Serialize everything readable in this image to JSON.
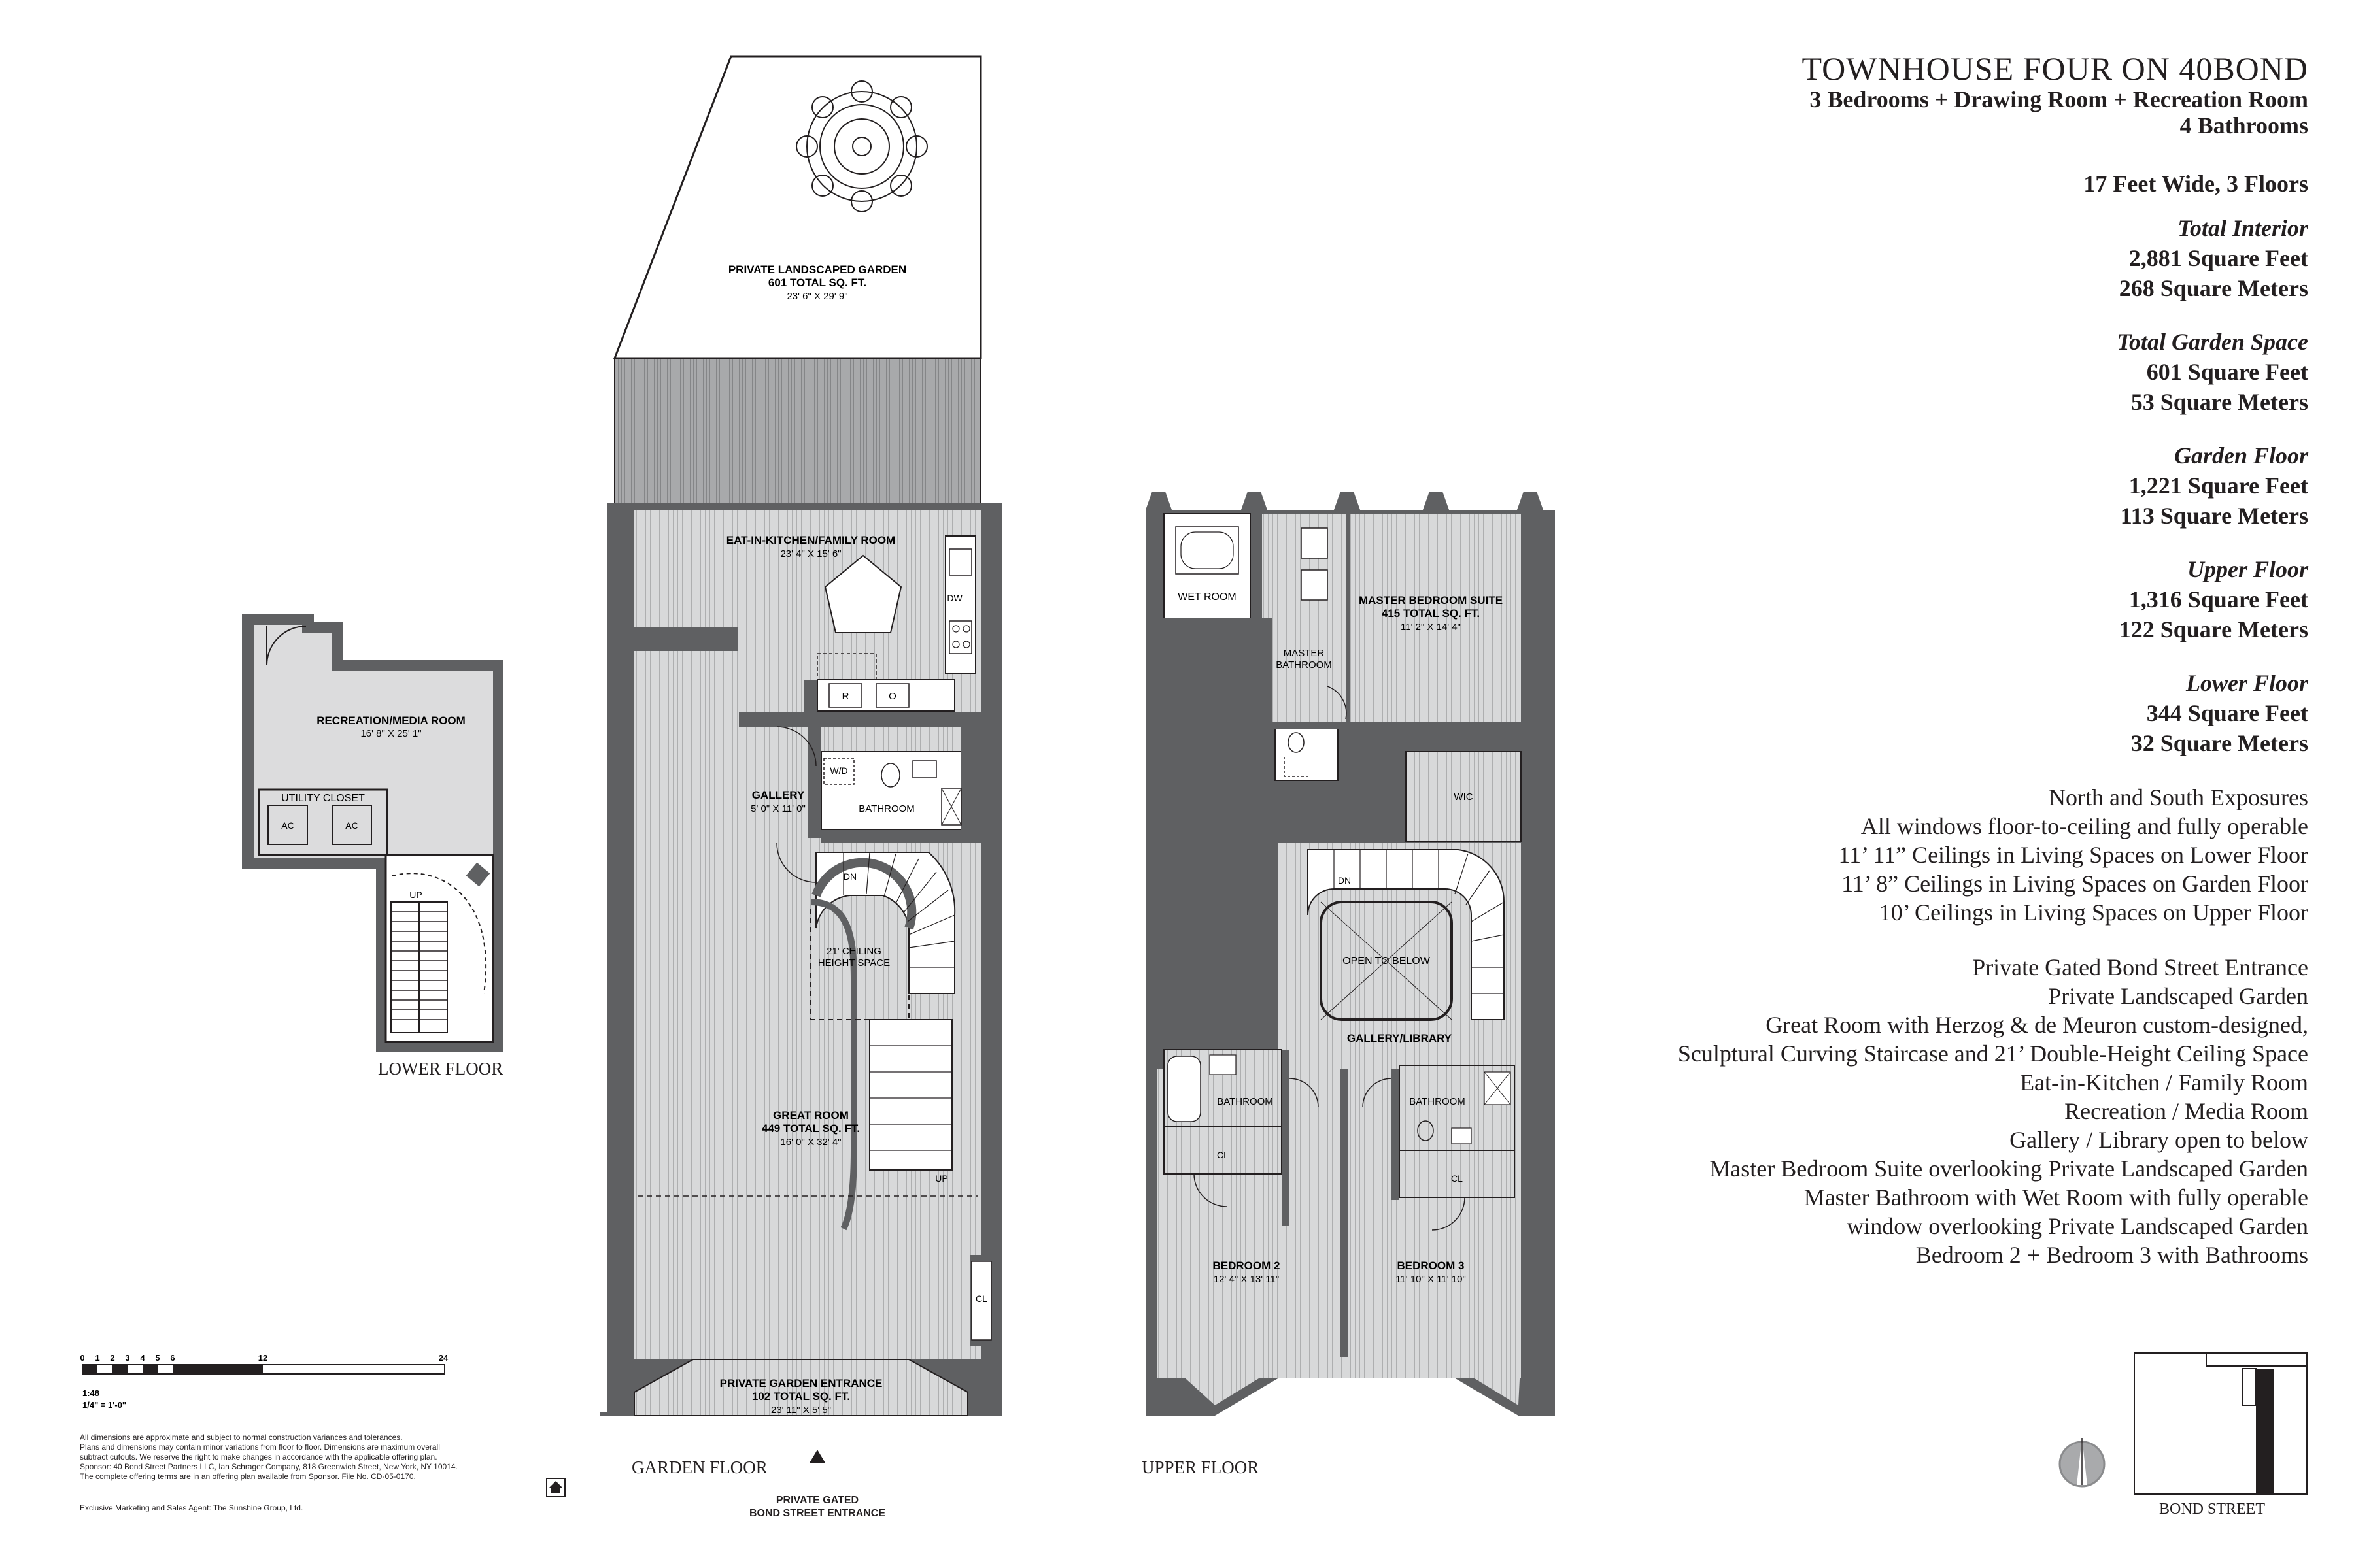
{
  "header": {
    "title": "TOWNHOUSE FOUR ON 40BOND",
    "sub1": "3 Bedrooms + Drawing Room + Recreation Room",
    "sub2": "4 Bathrooms",
    "width_floors": "17 Feet Wide, 3 Floors"
  },
  "areas": [
    {
      "label": "Total Interior",
      "sqft": "2,881 Square Feet",
      "sqm": "268 Square Meters"
    },
    {
      "label": "Total Garden Space",
      "sqft": "601 Square Feet",
      "sqm": "53 Square Meters"
    },
    {
      "label": "Garden Floor",
      "sqft": "1,221 Square Feet",
      "sqm": "113 Square Meters"
    },
    {
      "label": "Upper Floor",
      "sqft": "1,316 Square Feet",
      "sqm": "122 Square Meters"
    },
    {
      "label": "Lower Floor",
      "sqft": "344 Square Feet",
      "sqm": "32 Square Meters"
    }
  ],
  "features1": [
    "North and South Exposures",
    "All windows floor-to-ceiling and fully operable",
    "11’ 11” Ceilings in Living Spaces on Lower Floor",
    "11’ 8” Ceilings in Living Spaces on Garden Floor",
    "10’ Ceilings in Living Spaces on Upper Floor"
  ],
  "features2": [
    "Private Gated Bond Street Entrance",
    "Private Landscaped Garden",
    "Great Room with Herzog & de Meuron custom-designed,",
    "Sculptural Curving Staircase and 21’ Double-Height Ceiling Space",
    "Eat-in-Kitchen / Family Room",
    "Recreation / Media Room",
    "Gallery / Library open to below",
    "Master Bedroom Suite overlooking Private Landscaped Garden",
    "Master Bathroom with Wet Room with fully operable",
    "window overlooking Private Landscaped Garden",
    "Bedroom 2 + Bedroom 3 with Bathrooms"
  ],
  "floor_labels": {
    "lower": "LOWER FLOOR",
    "garden": "GARDEN FLOOR",
    "upper": "UPPER FLOOR",
    "bond": "BOND STREET",
    "entrance1": "PRIVATE GATED",
    "entrance2": "BOND STREET ENTRANCE"
  },
  "rooms": {
    "garden_name": "PRIVATE LANDSCAPED GARDEN",
    "garden_area": "601 TOTAL SQ. FT.",
    "garden_dim": "23' 6\" X 29' 9\"",
    "kitchen_name": "EAT-IN-KITCHEN/FAMILY ROOM",
    "kitchen_dim": "23' 4\" X 15' 6\"",
    "dw": "DW",
    "fridge": "R",
    "oven": "O",
    "wd": "W/D",
    "gallery_name": "GALLERY",
    "gallery_dim": "5' 0\" X 11' 0\"",
    "bathroom": "BATHROOM",
    "dn": "DN",
    "ceiling1": "21' CEILING",
    "ceiling2": "HEIGHT SPACE",
    "great_name": "GREAT ROOM",
    "great_area": "449 TOTAL SQ. FT.",
    "great_dim": "16' 0\" X 32' 4\"",
    "up": "UP",
    "cl": "CL",
    "entrance_name": "PRIVATE GARDEN ENTRANCE",
    "entrance_area": "102 TOTAL SQ. FT.",
    "entrance_dim": "23' 11\" X 5' 5\"",
    "rec_name": "RECREATION/MEDIA ROOM",
    "rec_dim": "16' 8\" X 25' 1\"",
    "utility": "UTILITY CLOSET",
    "ac": "AC",
    "wet": "WET ROOM",
    "master_bath1": "MASTER",
    "master_bath2": "BATHROOM",
    "master_name": "MASTER BEDROOM SUITE",
    "master_area": "415 TOTAL SQ. FT.",
    "master_dim": "11' 2\" X 14' 4\"",
    "wic": "WIC",
    "open": "OPEN TO BELOW",
    "library": "GALLERY/LIBRARY",
    "bed2_name": "BEDROOM 2",
    "bed2_dim": "12' 4\" X 13' 11\"",
    "bed3_name": "BEDROOM 3",
    "bed3_dim": "11' 10\" X 11' 10\""
  },
  "scale": {
    "ticks": [
      "0",
      "1",
      "2",
      "3",
      "4",
      "5",
      "6",
      "12",
      "24"
    ],
    "ratio": "1:48",
    "imperial": "1/4\" = 1'-0\""
  },
  "disclaimer": [
    "All dimensions are approximate and subject to normal construction variances and tolerances.",
    "Plans and dimensions may contain minor variations from floor to floor. Dimensions are maximum overall",
    "subtract cutouts. We reserve the right to make changes in accordance with the applicable offering plan.",
    "Sponsor: 40 Bond Street Partners LLC, Ian Schrager Company, 818 Greenwich Street, New York, NY 10014.",
    "The complete offering terms are in an offering plan available from Sponsor. File No. CD-05-0170."
  ],
  "agent": "Exclusive Marketing and Sales Agent: The Sunshine Group, Ltd.",
  "colors": {
    "wall": "#5f6062",
    "floor": "#d6d7d8",
    "hatch": "#a9aaac",
    "ink": "#231f20",
    "room": "#dcdcdd"
  }
}
